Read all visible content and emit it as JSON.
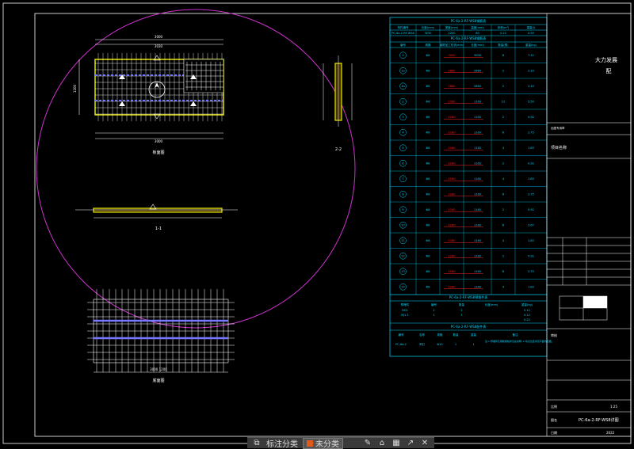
{
  "colors": {
    "background": "#000000",
    "border": "#ffffff",
    "table": "#00d7ff",
    "red": "#ff2020",
    "magenta": "#cc33cc",
    "yellow": "#e6e600",
    "green": "#33cc33",
    "grid": "#ffffff"
  },
  "drawing": {
    "plan_title": "板面图",
    "section_11": "1-1",
    "section_22": "2-2",
    "bottom_title": "底面图",
    "dim_plan_top": "3000",
    "dim_plan_top2": "3030",
    "dim_plan_bottom": "3000",
    "dim_plan_left": "1200",
    "dim_bottom_plan": "3000 1200"
  },
  "table1": {
    "title": "PC-6a-2-RF-WS8钢筋表",
    "header": [
      "构件编号",
      "长度(mm)",
      "宽度(mm)",
      "高度(mm)",
      "体积(m³)",
      "重量(t)"
    ],
    "row": [
      "PC-6a-2-RF-WS8",
      "3030",
      "1200",
      "60",
      "0.22",
      "0.55"
    ]
  },
  "table2": {
    "title": "PC-6a-2-RF-WS8钢筋表",
    "header": [
      "编号",
      "规格",
      "钢筋加工形状(mm)",
      "长度(mm)",
      "数量(根)",
      "重量(kg)"
    ],
    "rows": [
      [
        "1",
        "Φ8",
        "3000",
        "3000",
        "6",
        "7.11"
      ],
      [
        "1a",
        "Φ8",
        "2660",
        "2660",
        "2",
        "2.10"
      ],
      [
        "1b",
        "Φ8",
        "2660",
        "2660",
        "2",
        "2.10"
      ],
      [
        "2",
        "Φ8",
        "1160",
        "1160",
        "12",
        "5.50"
      ],
      [
        "3",
        "Φ8",
        "1160",
        "1160",
        "2",
        "0.92"
      ],
      [
        "4",
        "Φ8",
        "1160",
        "1160",
        "6",
        "2.75"
      ],
      [
        "5",
        "Φ8",
        "1160",
        "1160",
        "4",
        "1.83"
      ],
      [
        "6",
        "Φ8",
        "1160",
        "1160",
        "2",
        "0.92"
      ],
      [
        "7",
        "Φ8",
        "1160",
        "1160",
        "4",
        "1.83"
      ],
      [
        "8",
        "Φ8",
        "1160",
        "1160",
        "6",
        "2.75"
      ],
      [
        "9",
        "Φ8",
        "1160",
        "1160",
        "2",
        "0.92"
      ],
      [
        "10",
        "Φ8",
        "1160",
        "1160",
        "8",
        "3.67"
      ],
      [
        "11",
        "Φ8",
        "1160",
        "1160",
        "4",
        "1.83"
      ],
      [
        "12",
        "Φ8",
        "1160",
        "1160",
        "2",
        "0.92"
      ],
      [
        "13",
        "Φ8",
        "1160",
        "1160",
        "6",
        "2.75"
      ],
      [
        "14",
        "Φ8",
        "1160",
        "1160",
        "4",
        "1.83"
      ]
    ]
  },
  "table3": {
    "title": "PC-6a-2-RF-WS8预埋件表",
    "header": [
      "预埋件",
      "编号",
      "数量",
      "长度(mm)",
      "重量(kg)"
    ],
    "rows": [
      [
        "DH1",
        "2",
        "2",
        "",
        "0.12"
      ],
      [
        "MJ1-1",
        "1",
        "1",
        "",
        "0.12"
      ]
    ],
    "total": "0.22"
  },
  "table4": {
    "title": "PC-6a-2-RF-WS8配件表",
    "header": [
      "编号",
      "名称",
      "规格",
      "数量",
      "重量",
      "备注"
    ],
    "row": [
      "PC-6a-2",
      "吊钉",
      "Φ10",
      "1",
      "1"
    ],
    "note": "注:1.预埋件及钢筋规格详见总说明; 2.吊点位置详见平面布置图。"
  },
  "title_block": {
    "company": "大力发展",
    "company2": "配",
    "stamp": "出图专用章",
    "project_label": "项目名称",
    "checker_label": "审核",
    "drawing_name_label": "图名",
    "drawing_name": "PC-6a-2-RF-WS8详图",
    "scale_label": "比例",
    "scale": "1:25",
    "date_label": "日期",
    "date": "2022"
  },
  "toolbar": {
    "label": "标注分类",
    "category": "未分类",
    "icons": [
      "layers-icon",
      "edit-icon",
      "tag-icon",
      "grid-icon",
      "share-icon",
      "close-icon"
    ]
  }
}
